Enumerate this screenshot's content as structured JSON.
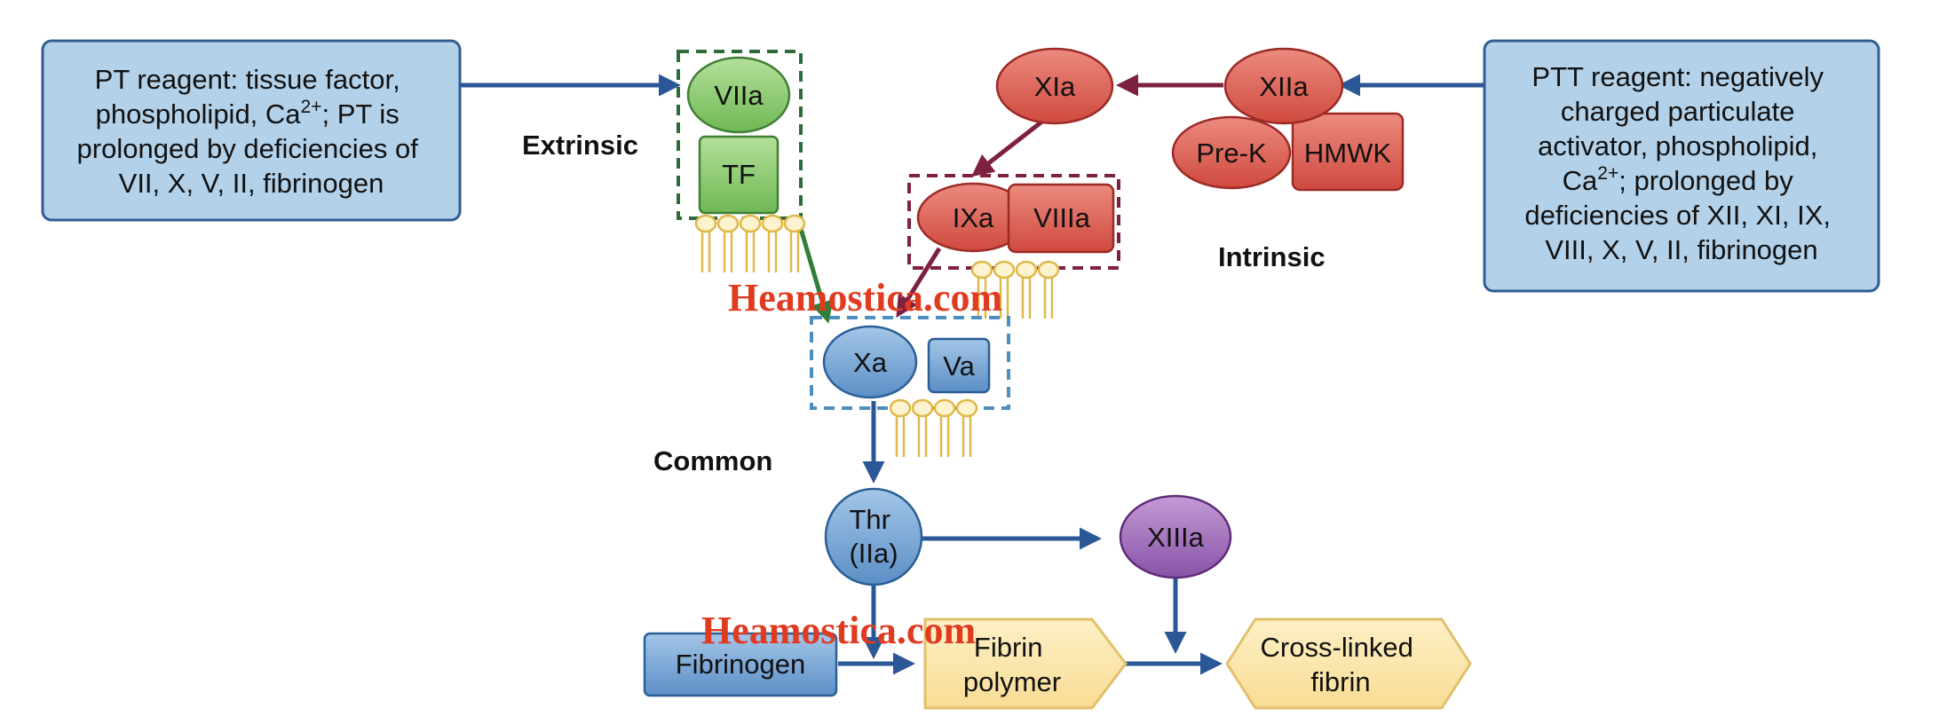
{
  "notes": {
    "pt": [
      "PT reagent: tissue factor,",
      "phospholipid, Ca",
      "2+",
      "; PT is",
      "prolonged by deficiencies of",
      "VII, X, V, II, fibrinogen"
    ],
    "ptt": [
      "PTT reagent: negatively",
      "charged particulate",
      "activator, phospholipid,",
      "Ca",
      "2+",
      "; prolonged by",
      "deficiencies of XII, XI, IX,",
      "VIII, X, V, II, fibrinogen"
    ]
  },
  "sections": {
    "extrinsic": "Extrinsic",
    "intrinsic": "Intrinsic",
    "common": "Common"
  },
  "factors": {
    "viia": "VIIa",
    "tf": "TF",
    "xia": "XIa",
    "xiia": "XIIa",
    "prek": "Pre-K",
    "hmwk": "HMWK",
    "ixa": "IXa",
    "viiia": "VIIIa",
    "xa": "Xa",
    "va": "Va",
    "thr_line1": "Thr",
    "thr_line2": "(IIa)",
    "xiiia": "XIIIa",
    "fibrinogen": "Fibrinogen",
    "fibrin_line1": "Fibrin",
    "fibrin_line2": "polymer",
    "crosslinked_line1": "Cross-linked",
    "crosslinked_line2": "fibrin"
  },
  "watermark": "Heamostica.com",
  "colors": {
    "note_fill": "#b3d1e8",
    "note_stroke": "#2f5d94",
    "green_fill": "#8fcf72",
    "green_stroke": "#3f7f36",
    "green_dash": "#2f6b3a",
    "red_fill": "#dd5a4e",
    "red_stroke": "#9c2a25",
    "maroon": "#7d2140",
    "blue_fill": "#6d9fd2",
    "blue_stroke": "#2a5f98",
    "blue_dash": "#4d8fbe",
    "purple_fill": "#9a63b5",
    "purple_stroke": "#5e2d7a",
    "yellow_fill": "#fbe6a6",
    "yellow_stroke": "#e2c06a",
    "lipid": "#e0b84a",
    "arrow_blue": "#2b5797",
    "arrow_green": "#2f7f3a",
    "arrow_maroon": "#7d2140",
    "watermark": "#e03a20"
  }
}
